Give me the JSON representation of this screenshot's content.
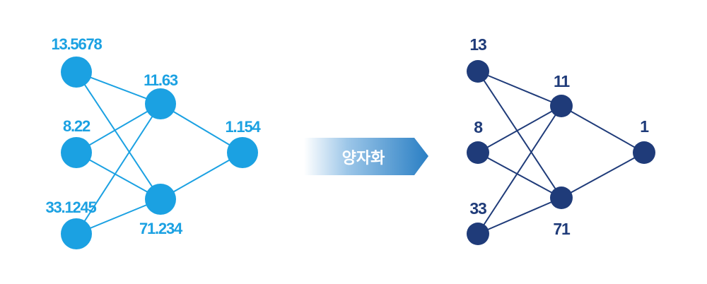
{
  "colors": {
    "float_network": "#1ba1e2",
    "quantized_network": "#1f3b79",
    "arrow_gradient_start": "#ffffff",
    "arrow_gradient_end": "#2a7fc4"
  },
  "float_network": {
    "input_nodes": [
      {
        "value": "13.5678"
      },
      {
        "value": "8.22"
      },
      {
        "value": "33.1245"
      }
    ],
    "hidden_nodes": [
      {
        "value": "11.63"
      },
      {
        "value": "71.234"
      }
    ],
    "output_node": {
      "value": "1.154"
    }
  },
  "arrow": {
    "label": "양자화"
  },
  "quantized_network": {
    "input_nodes": [
      {
        "value": "13"
      },
      {
        "value": "8"
      },
      {
        "value": "33"
      }
    ],
    "hidden_nodes": [
      {
        "value": "11"
      },
      {
        "value": "71"
      }
    ],
    "output_node": {
      "value": "1"
    }
  }
}
